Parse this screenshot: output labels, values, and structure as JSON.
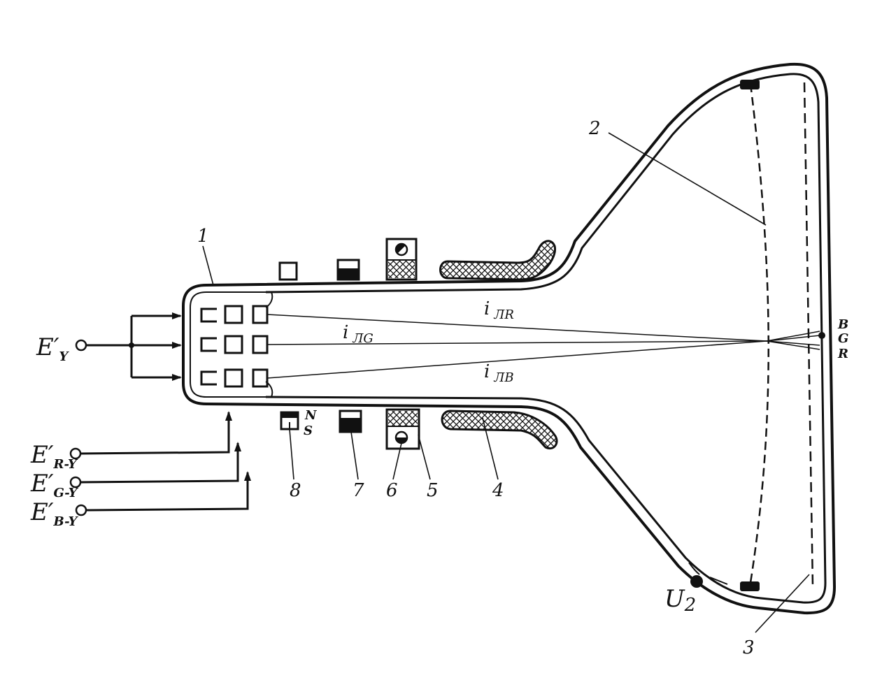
{
  "inputs": {
    "y": {
      "main": "E′",
      "sub": "Y"
    },
    "ry": {
      "main": "E′",
      "sub": "R-Y"
    },
    "gy": {
      "main": "E′",
      "sub": "G-Y"
    },
    "by": {
      "main": "E′",
      "sub": "B-Y"
    }
  },
  "beams": {
    "r": {
      "main": "i",
      "sub": "ЛR"
    },
    "g": {
      "main": "i",
      "sub": "ЛG"
    },
    "b": {
      "main": "i",
      "sub": "ЛB"
    }
  },
  "screen_colors": {
    "b": "B",
    "g": "G",
    "r": "R"
  },
  "magnet_poles": {
    "n": "N",
    "s": "S"
  },
  "numbers": {
    "n1": "1",
    "n2": "2",
    "n3": "3",
    "n4": "4",
    "n5": "5",
    "n6": "6",
    "n7": "7",
    "n8": "8"
  },
  "voltage": {
    "main": "U",
    "sub": "2"
  },
  "colors": {
    "ink": "#111111",
    "background": "#ffffff"
  }
}
